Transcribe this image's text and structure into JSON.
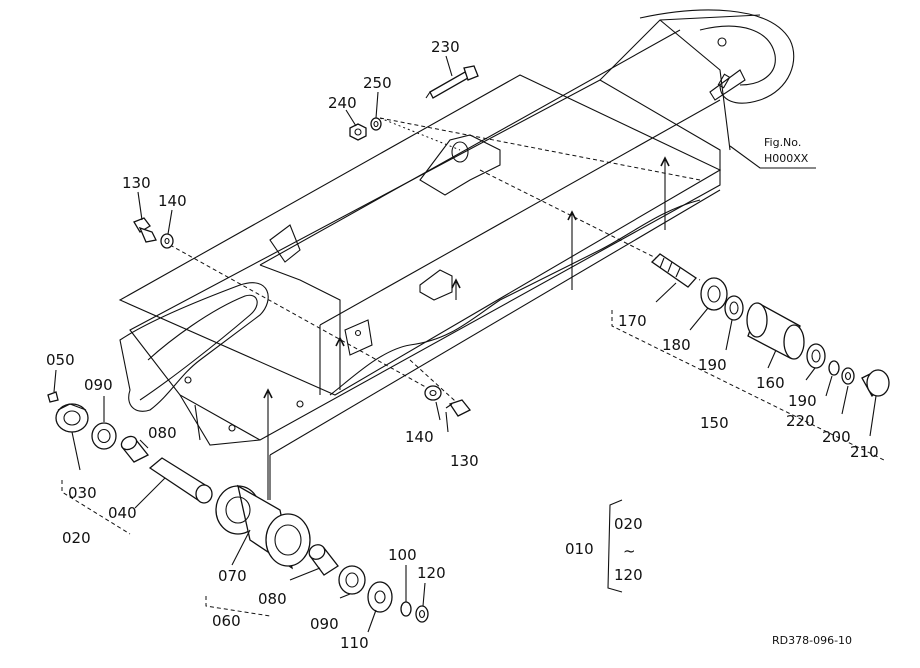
{
  "labels": {
    "p230": "230",
    "p250": "250",
    "p240": "240",
    "p130a": "130",
    "p140a": "140",
    "p050": "050",
    "p090a": "090",
    "p080a": "080",
    "p030": "030",
    "p040": "040",
    "p020": "020",
    "p070": "070",
    "p080b": "080",
    "p060": "060",
    "p090b": "090",
    "p100": "100",
    "p120": "120",
    "p110": "110",
    "p140b": "140",
    "p130b": "130",
    "p170": "170",
    "p180": "180",
    "p190a": "190",
    "p160": "160",
    "p190b": "190",
    "p150": "150",
    "p220": "220",
    "p200": "200",
    "p210": "210",
    "range_main": "010",
    "range_from": "020",
    "range_tilde": "~",
    "range_to": "120"
  },
  "figure": {
    "fig_no_label": "Fig.No.",
    "fig_no_value": "H000XX",
    "ref_code": "RD378-096-10"
  }
}
